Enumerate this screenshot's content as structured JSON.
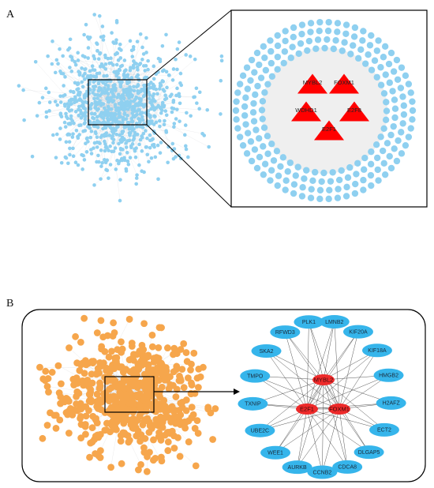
{
  "panels": {
    "a": {
      "letter": "A",
      "hub_genes": [
        "MYBL2",
        "FOXM1",
        "WDHD1",
        "E2F8",
        "E2F1"
      ],
      "colors": {
        "node": "#8fd0f0",
        "edge": "#c9cdd2",
        "hub": "#ff0000",
        "frame": "#000000"
      }
    },
    "b": {
      "letter": "B",
      "hub_genes": [
        "MYBL2",
        "E2F1",
        "FOXM1"
      ],
      "ring_genes": [
        "LMNB2",
        "KIF20A",
        "KIF18A",
        "HMGB2",
        "H2AFZ",
        "ECT2",
        "DLGAP5",
        "CDCA8",
        "CCNB2",
        "AURKB",
        "WEE1",
        "UBE2C",
        "TXNIP",
        "TMPO",
        "SKA2",
        "RFWD3",
        "PLK1"
      ],
      "colors": {
        "node": "#f6a64c",
        "ring_node": "#36b5eb",
        "hub": "#ee2a2a",
        "edge": "#555555",
        "frame": "#000000"
      }
    }
  }
}
